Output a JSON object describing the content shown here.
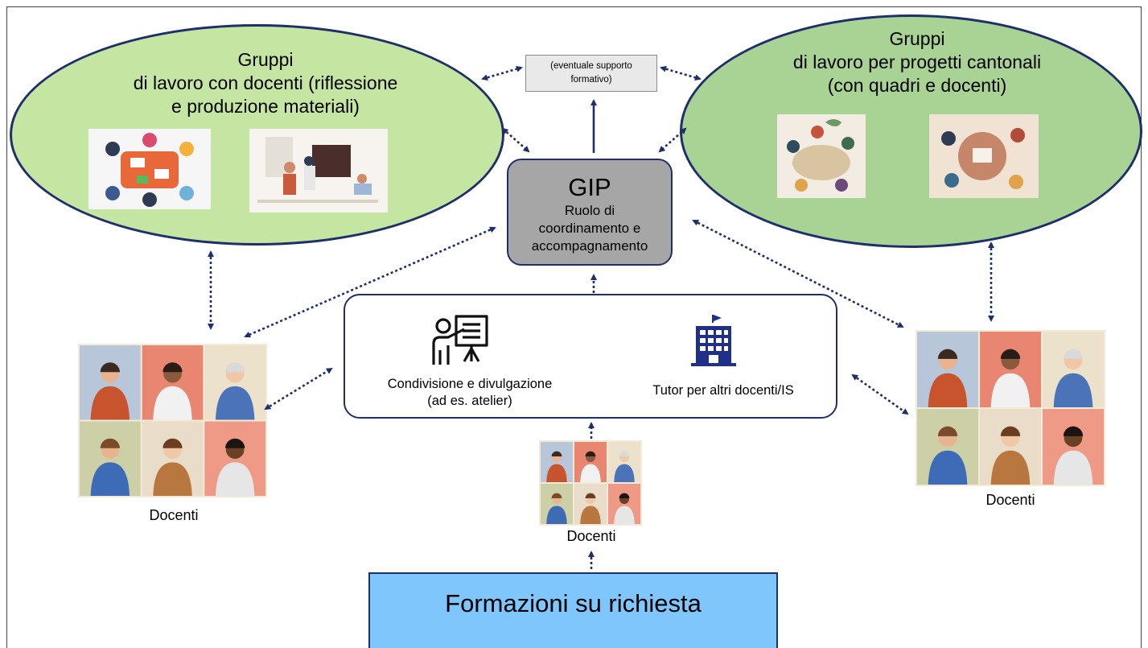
{
  "diagram": {
    "left_group": {
      "title_lines": [
        "Gruppi",
        "di lavoro con docenti (riflessione",
        "e produzione materiali)"
      ]
    },
    "right_group": {
      "title_lines": [
        "Gruppi",
        "di lavoro per progetti cantonali",
        "(con quadri e docenti)"
      ]
    },
    "support": {
      "lines": [
        "(eventuale supporto",
        "formativo)"
      ]
    },
    "gip": {
      "title": "GIP",
      "lines": [
        "Ruolo di",
        "coordinamento e",
        "accompagnamento"
      ]
    },
    "center": {
      "sharing_lines": [
        "Condivisione e divulgazione",
        "(ad es. atelier)"
      ],
      "tutor": "Tutor per altri docenti/IS",
      "sharing_icon": "presenter-icon",
      "tutor_icon": "school-building-icon"
    },
    "teachers_left": "Docenti",
    "teachers_center": "Docenti",
    "teachers_right": "Docenti",
    "training": "Formazioni su richiesta",
    "colors": {
      "arrow": "#1f2f6b",
      "left_ellipse": "#c5e6a2",
      "right_ellipse": "#a8d394",
      "gip_box": "#a6a6a6",
      "training_box": "#7fc6fc"
    }
  }
}
